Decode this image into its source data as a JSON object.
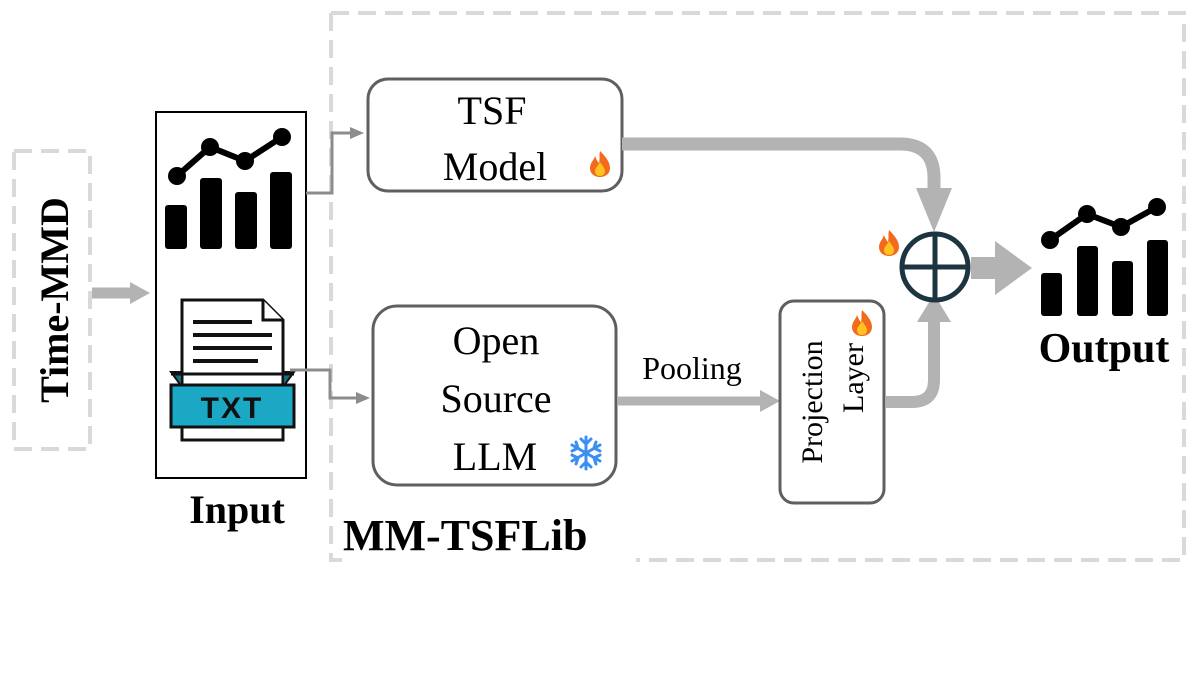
{
  "source_label": "Time-MMD",
  "input": {
    "label": "Input",
    "txt_badge": "TXT"
  },
  "framework_label": "MM-TSFLib",
  "tsf_model": {
    "line1": "TSF",
    "line2": "Model",
    "status_icon": "fire-icon"
  },
  "llm": {
    "line1": "Open",
    "line2": "Source",
    "line3": "LLM",
    "status_icon": "snowflake-icon"
  },
  "pooling_label": "Pooling",
  "projection": {
    "line1": "Projection",
    "line2": "Layer",
    "status_icon": "fire-icon"
  },
  "fusion": {
    "operator_icon": "circled-plus-icon",
    "status_icon": "fire-icon"
  },
  "output_label": "Output",
  "colors": {
    "arrow_gray": "#b3b3b3",
    "box_border": "#5f5f5f",
    "dashed_border": "#d9d9d9",
    "txt_teal": "#1ba8c4",
    "txt_dark_teal": "#136f83",
    "fusion_stroke": "#1d3540",
    "snowflake_blue": "#3b8ff0",
    "fire_orange": "#f26a1b",
    "fire_yellow": "#ffc21e"
  }
}
